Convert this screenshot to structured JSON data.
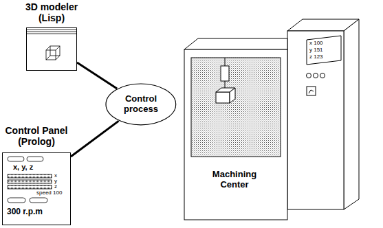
{
  "diagram": {
    "nodes": [
      {
        "text": [
          "3D modeler (Lisp)"
        ]
      },
      {
        "text": [
          "Control Panel (Prolog)",
          "x, y, z",
          "x",
          "y",
          "z",
          "speed 100",
          "300 r.p.m"
        ]
      },
      {
        "text": [
          "Control process"
        ]
      },
      {
        "text": [
          "Machining Center",
          "x 100",
          "y 151",
          "z 123"
        ]
      }
    ],
    "edges": [
      {
        "from": 0,
        "to": 2,
        "arrow": "none"
      },
      {
        "from": 1,
        "to": 2,
        "arrow": "none"
      }
    ]
  }
}
